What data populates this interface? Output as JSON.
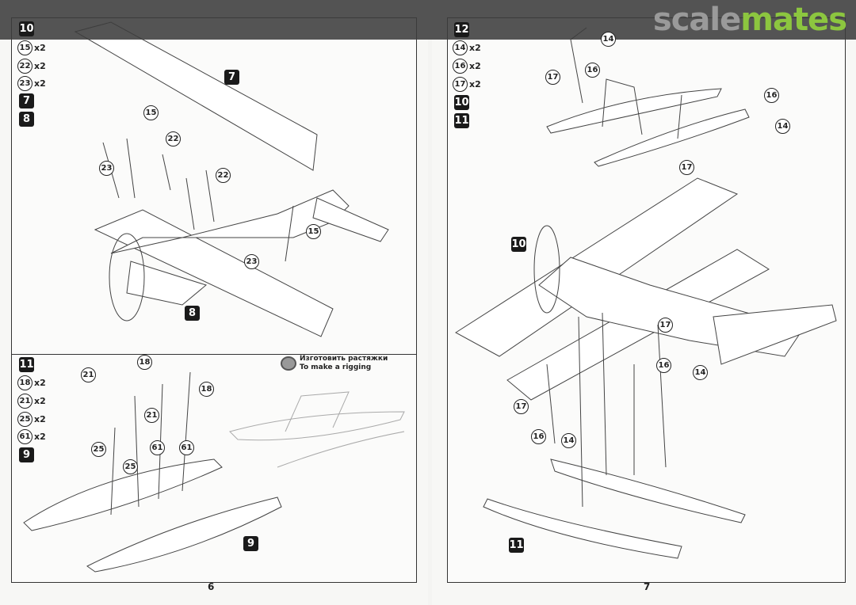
{
  "watermark": {
    "part1": "scale",
    "part2": "mates",
    "colors": {
      "gray": "#9a9a9a",
      "green": "#8cc63f"
    }
  },
  "left_page": {
    "page_number": "6",
    "top_panel": {
      "step": "10",
      "parts": [
        {
          "num": "15",
          "qty": "x2"
        },
        {
          "num": "22",
          "qty": "x2"
        },
        {
          "num": "23",
          "qty": "x2"
        }
      ],
      "substeps": [
        "7",
        "8"
      ],
      "callouts": [
        "7",
        "15",
        "22",
        "22",
        "23",
        "15",
        "23",
        "8"
      ]
    },
    "bottom_panel": {
      "step": "11",
      "parts": [
        {
          "num": "18",
          "qty": "x2"
        },
        {
          "num": "21",
          "qty": "x2"
        },
        {
          "num": "25",
          "qty": "x2"
        },
        {
          "num": "61",
          "qty": "x2"
        }
      ],
      "substeps": [
        "9"
      ],
      "note_ru": "Изготовить растяжки",
      "note_en": "To make a rigging",
      "callouts": [
        "21",
        "18",
        "18",
        "21",
        "25",
        "25",
        "61",
        "61",
        "9"
      ]
    }
  },
  "right_page": {
    "page_number": "7",
    "panel": {
      "step": "12",
      "parts": [
        {
          "num": "14",
          "qty": "x2"
        },
        {
          "num": "16",
          "qty": "x2"
        },
        {
          "num": "17",
          "qty": "x2"
        }
      ],
      "substeps": [
        "10",
        "11"
      ],
      "callouts": [
        "14",
        "16",
        "17",
        "16",
        "14",
        "17",
        "10",
        "17",
        "16",
        "14",
        "17",
        "16",
        "14",
        "11"
      ]
    }
  }
}
